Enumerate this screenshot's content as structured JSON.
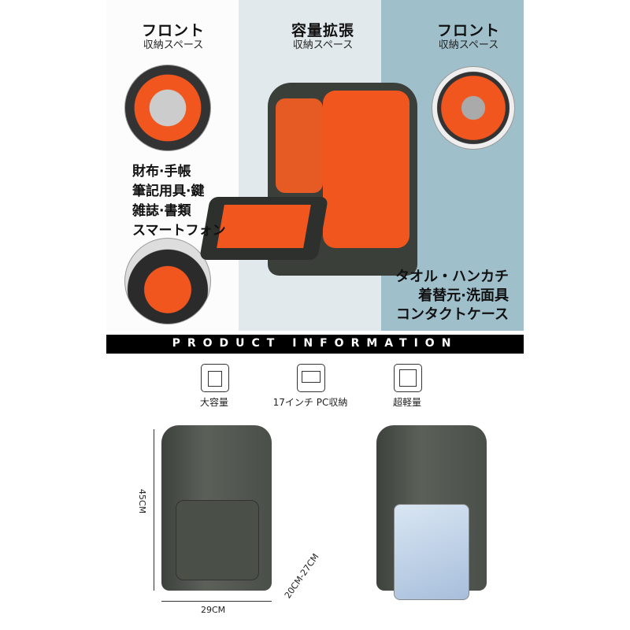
{
  "panels": [
    {
      "title": "フロント",
      "subtitle": "収納スペース",
      "color": "#fdfcfd"
    },
    {
      "title": "容量拡張",
      "subtitle": "収納スペース",
      "color": "#e2e9ec"
    },
    {
      "title": "フロント",
      "subtitle": "収納スペース",
      "color": "#9fbfcb"
    }
  ],
  "left_items": [
    "財布·手帳",
    "筆記用具·鍵",
    "雑誌·書類",
    "スマートフォン"
  ],
  "right_items": [
    "タオル・ハンカチ",
    "着替元·洗面具",
    "コンタクトケース"
  ],
  "banner": "PRODUCT INFORMATION",
  "features": [
    {
      "icon": "capacity-icon",
      "label": "大容量"
    },
    {
      "icon": "monitor-icon",
      "label": "17インチ PC収納"
    },
    {
      "icon": "scale-icon",
      "label": "超軽量"
    }
  ],
  "dimensions": {
    "height": "45CM",
    "width": "29CM",
    "depth": "20CM-27CM"
  },
  "colors": {
    "accent": "#f0561e",
    "bag": "#4d524b",
    "banner": "#000000"
  }
}
